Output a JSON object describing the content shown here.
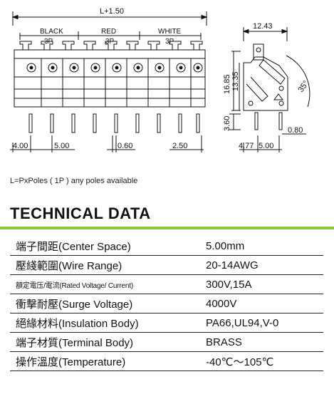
{
  "drawing": {
    "dim_total": "L+1.50",
    "groups": [
      {
        "color": "BLACK",
        "poles": "3P"
      },
      {
        "color": "RED",
        "poles": "3P"
      },
      {
        "color": "WHITE",
        "poles": "3P"
      }
    ],
    "dim_pitch_left": "4.00",
    "dim_pitch": "5.00",
    "dim_pin": "0.60",
    "dim_right": "2.50",
    "side_width": "12.43",
    "side_height": "16.85",
    "side_height2": "13.35",
    "side_pin": "3.60",
    "side_pin_w": "0.80",
    "side_angle": "35°",
    "side_bottom_left": "4.77",
    "side_bottom_right": "5.00"
  },
  "note": "L=PxPoles ( 1P ) any poles available",
  "section_title": "TECHNICAL DATA",
  "specs": [
    {
      "label": "端子間距(Center Space)",
      "value": "5.00mm"
    },
    {
      "label": "壓綫範圍(Wire Range)",
      "value": "20-14AWG"
    },
    {
      "label": "額定電压/電流(Rated Voltage/ Current)",
      "value": "300V,15A"
    },
    {
      "label": "衝擊耐壓(Surge Voltage)",
      "value": "4000V"
    },
    {
      "label": "絕緣材料(Insulation Body)",
      "value": "PA66,UL94,V-0"
    },
    {
      "label": "端子材質(Terminal Body)",
      "value": "BRASS"
    },
    {
      "label": "操作溫度(Temperature)",
      "value": "-40℃～105℃"
    }
  ]
}
